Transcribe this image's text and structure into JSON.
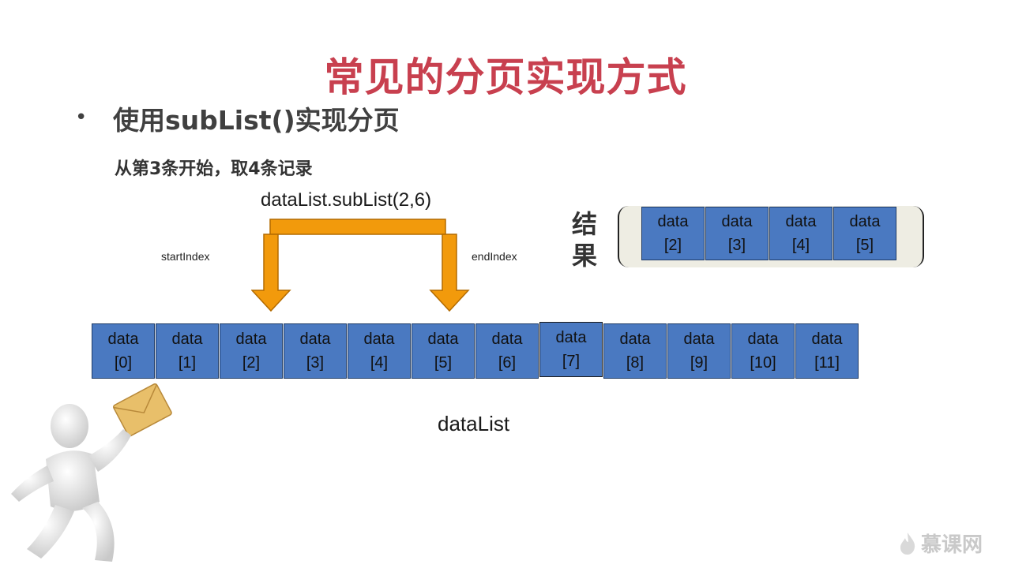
{
  "title": "常见的分页实现方式",
  "bullet": {
    "symbol": "•",
    "text": "使用subList()实现分页"
  },
  "subtext": "从第3条开始，取4条记录",
  "call": "dataList.subList(2,6)",
  "start_label": "startIndex",
  "end_label": "endIndex",
  "result_label": "结果",
  "list_label": "dataList",
  "cell_word": "data",
  "list_items": [
    {
      "word": "data",
      "index": "[0]"
    },
    {
      "word": "data",
      "index": "[1]"
    },
    {
      "word": "data",
      "index": "[2]"
    },
    {
      "word": "data",
      "index": "[3]"
    },
    {
      "word": "data",
      "index": "[4]"
    },
    {
      "word": "data",
      "index": "[5]"
    },
    {
      "word": "data",
      "index": "[6]"
    },
    {
      "word": "data",
      "index": "[7]"
    },
    {
      "word": "data",
      "index": "[8]"
    },
    {
      "word": "data",
      "index": "[9]"
    },
    {
      "word": "data",
      "index": "[10]"
    },
    {
      "word": "data",
      "index": "[11]"
    }
  ],
  "result_items": [
    {
      "word": "data",
      "index": "[2]"
    },
    {
      "word": "data",
      "index": "[3]"
    },
    {
      "word": "data",
      "index": "[4]"
    },
    {
      "word": "data",
      "index": "[5]"
    }
  ],
  "logo_text": "慕课网",
  "colors": {
    "title": "#c8404f",
    "cell_fill": "#4a79c1",
    "arrow": "#f29a0c",
    "result_bg": "#eeede3"
  }
}
